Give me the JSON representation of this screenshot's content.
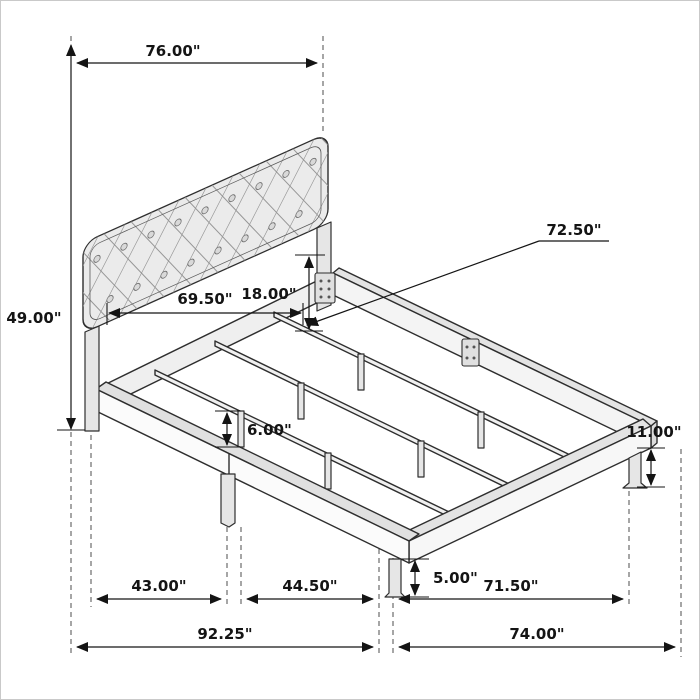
{
  "diagram": {
    "kind": "furniture-dimension-drawing",
    "subject": "upholstered panel bed with tufted headboard",
    "unit": "inches",
    "line_color": "#141414",
    "background": "#ffffff"
  },
  "dimensions": {
    "top_width": "76.00\"",
    "headboard_upholstery_width": "69.50\"",
    "headboard_panel_height": "18.00\"",
    "center_rail_length": "72.50\"",
    "headboard_overall_height": "49.00\"",
    "center_support_leg_height": "6.00\"",
    "foot_rail_height": "11.00\"",
    "foot_leg_height": "5.00\"",
    "bottom_span_left": "43.00\"",
    "bottom_span_middle": "44.50\"",
    "bottom_span_right": "71.50\"",
    "overall_depth_left": "92.25\"",
    "overall_length_right": "74.00\""
  }
}
